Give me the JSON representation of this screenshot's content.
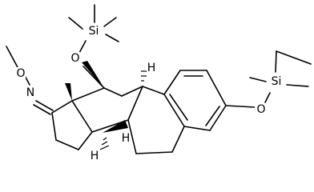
{
  "molecule": {
    "atoms": {
      "oxime_o": "O",
      "oxime_n": "N",
      "tms1_si": "Si",
      "tms1_o": "O",
      "tms2_si": "Si",
      "tms2_o": "O",
      "h_9": "H",
      "h_14": "H",
      "h_8": "H"
    },
    "colors": {
      "bond": "#000000",
      "background": "#ffffff"
    }
  }
}
